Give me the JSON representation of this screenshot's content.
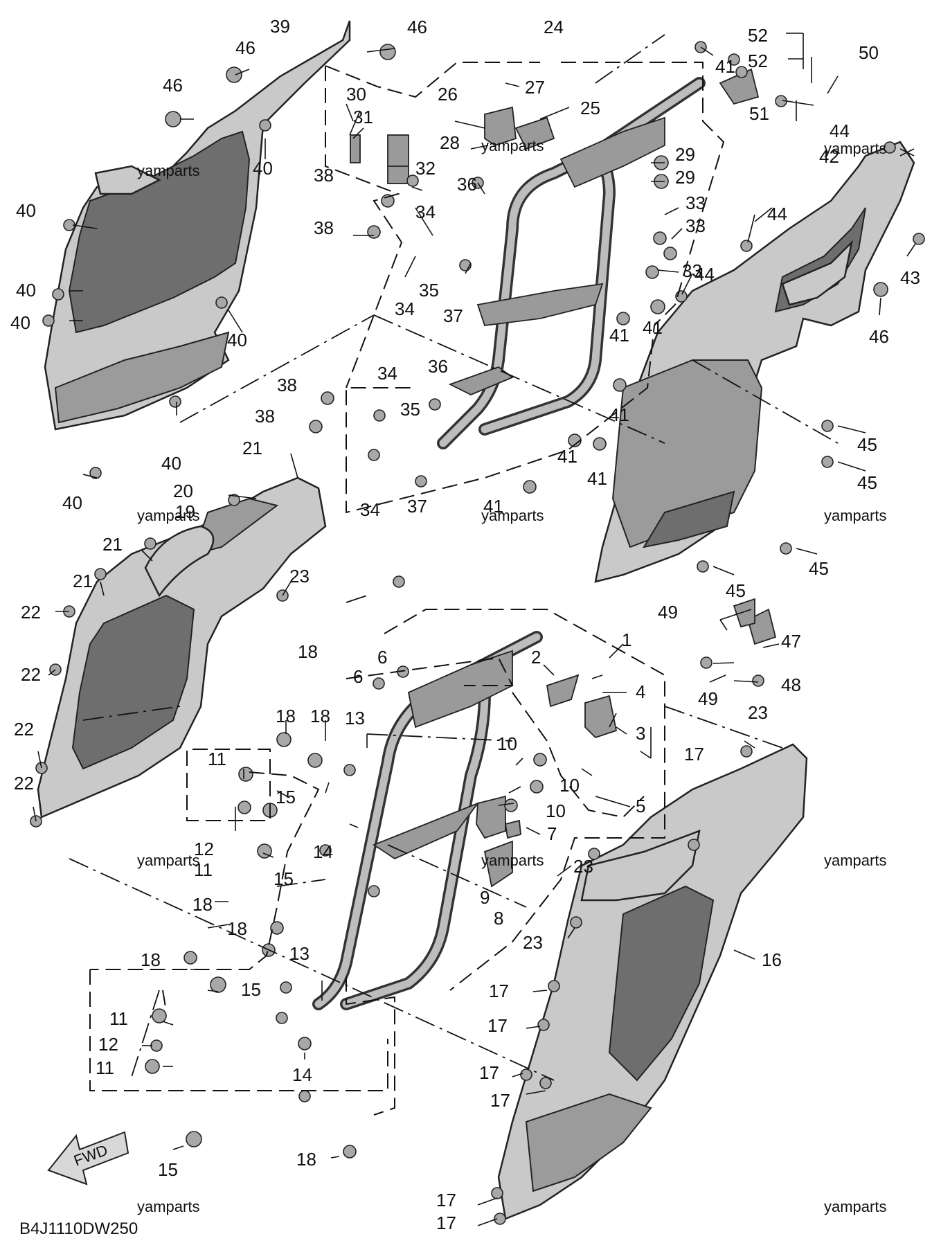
{
  "diagram": {
    "code": "B4J1110DW250",
    "fwd_label": "FWD",
    "watermark": "yamparts",
    "callouts": [
      "1",
      "2",
      "3",
      "4",
      "5",
      "6",
      "7",
      "8",
      "9",
      "10",
      "11",
      "12",
      "13",
      "14",
      "15",
      "16",
      "17",
      "18",
      "20",
      "21",
      "22",
      "23",
      "24",
      "25",
      "26",
      "27",
      "28",
      "29",
      "30",
      "31",
      "32",
      "33",
      "34",
      "35",
      "36",
      "37",
      "38",
      "39",
      "40",
      "41",
      "42",
      "43",
      "44",
      "45",
      "46",
      "47",
      "48",
      "49",
      "50",
      "51",
      "52"
    ],
    "colors": {
      "line": "#111111",
      "panel": "#c9c9c9",
      "panel_shadow": "#6e6e6e",
      "background": "#ffffff"
    }
  }
}
